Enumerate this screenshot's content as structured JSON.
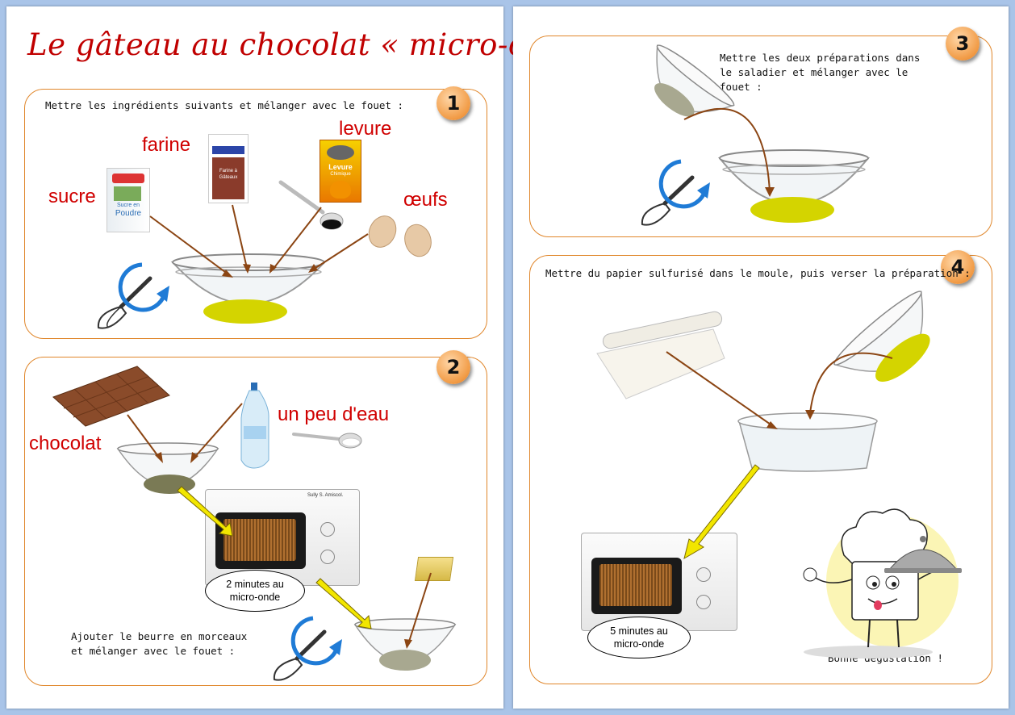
{
  "title": "Le gâteau au chocolat « micro-ondes »",
  "credit": "Sully S. Amiscol.",
  "step1": {
    "number": "1",
    "instruction": "Mettre les ingrédients suivants et mélanger avec le fouet :",
    "labels": {
      "sugar": "sucre",
      "flour": "farine",
      "yeast": "levure",
      "eggs": "œufs"
    },
    "packages": {
      "sugar_top": "Sucre en",
      "sugar_bottom": "Poudre",
      "flour_top": "Farine à",
      "flour_bottom": "Gâteaux",
      "yeast_top": "Levure",
      "yeast_bottom": "Chimique"
    }
  },
  "step2": {
    "number": "2",
    "labels": {
      "chocolate": "chocolat",
      "water": "un peu d'eau"
    },
    "microwave_time": "2 minutes au micro-onde",
    "instruction": "Ajouter le beurre en morceaux et mélanger avec le fouet :"
  },
  "step3": {
    "number": "3",
    "instruction": "Mettre les deux préparations dans le saladier et mélanger avec le fouet :"
  },
  "step4": {
    "number": "4",
    "instruction": "Mettre du papier sulfurisé dans le moule, puis verser la préparation :",
    "microwave_time": "5 minutes au micro-onde",
    "closing": "Bonne dégustation !"
  },
  "colors": {
    "title_red": "#c00000",
    "label_red": "#d00000",
    "panel_border": "#e0862a",
    "badge_orange": "#f19a44",
    "arrow_brown": "#8b4513",
    "arrow_yellow": "#f2e600",
    "batter": "#d4d400",
    "chocolate_mix": "#7a7a55",
    "rotation_blue": "#1f7bd6"
  }
}
